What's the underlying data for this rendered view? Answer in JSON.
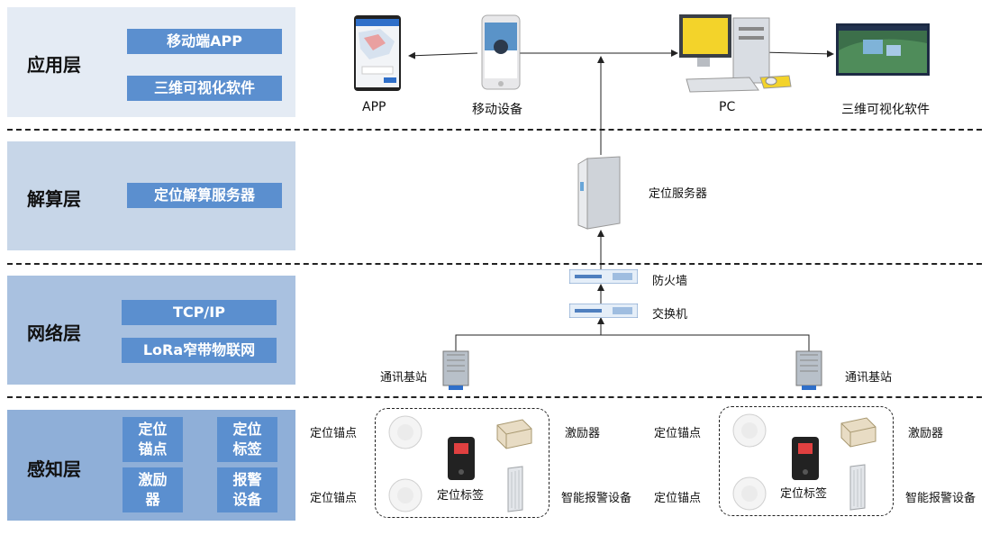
{
  "layers": {
    "app": {
      "title": "应用层",
      "items": [
        "移动端APP",
        "三维可视化软件"
      ]
    },
    "compute": {
      "title": "解算层",
      "items": [
        "定位解算服务器"
      ]
    },
    "network": {
      "title": "网络层",
      "items": [
        "TCP/IP",
        "LoRa窄带物联网"
      ]
    },
    "sensing": {
      "title": "感知层",
      "items": [
        "定位\n锚点",
        "定位\n标签",
        "激励\n器",
        "报警\n设备"
      ]
    }
  },
  "devices": {
    "app": "APP",
    "mobile": "移动设备",
    "pc": "PC",
    "viz": "三维可视化软件",
    "server": "定位服务器",
    "firewall": "防火墙",
    "switch": "交换机",
    "base_left": "通讯基站",
    "base_right": "通讯基站"
  },
  "sensors": {
    "anchor": "定位锚点",
    "tag": "定位标签",
    "exciter": "激励器",
    "alarm": "智能报警设备"
  },
  "colors": {
    "layer_app_bg": "#e4ebf4",
    "layer_compute_bg": "#c7d6e8",
    "layer_network_bg": "#a9c1e0",
    "layer_sensing_bg": "#8fafd8",
    "tag_bg": "#5b8fcf"
  }
}
